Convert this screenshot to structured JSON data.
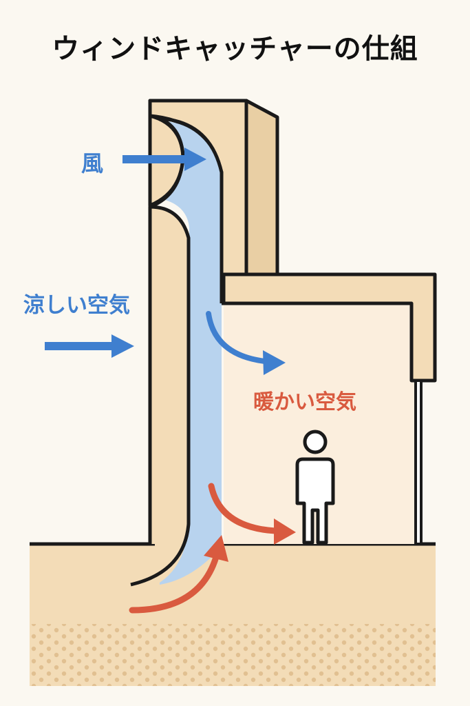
{
  "title": "ウィンドキャッチャーの仕組",
  "labels": {
    "wind": "風",
    "cool_air": "涼しい空気",
    "warm_air": "暖かい空気"
  },
  "colors": {
    "background": "#fbf8f1",
    "wall": "#f3dcb7",
    "wall_shadow": "#e9cfa4",
    "room": "#fbeedd",
    "airflow": "#b8d3ee",
    "cool_arrow": "#3f7fcf",
    "warm_arrow": "#d95a3f",
    "outline": "#1a1a1a",
    "ground_dots": "#e1c091"
  },
  "icons": {
    "person": "person-icon"
  }
}
